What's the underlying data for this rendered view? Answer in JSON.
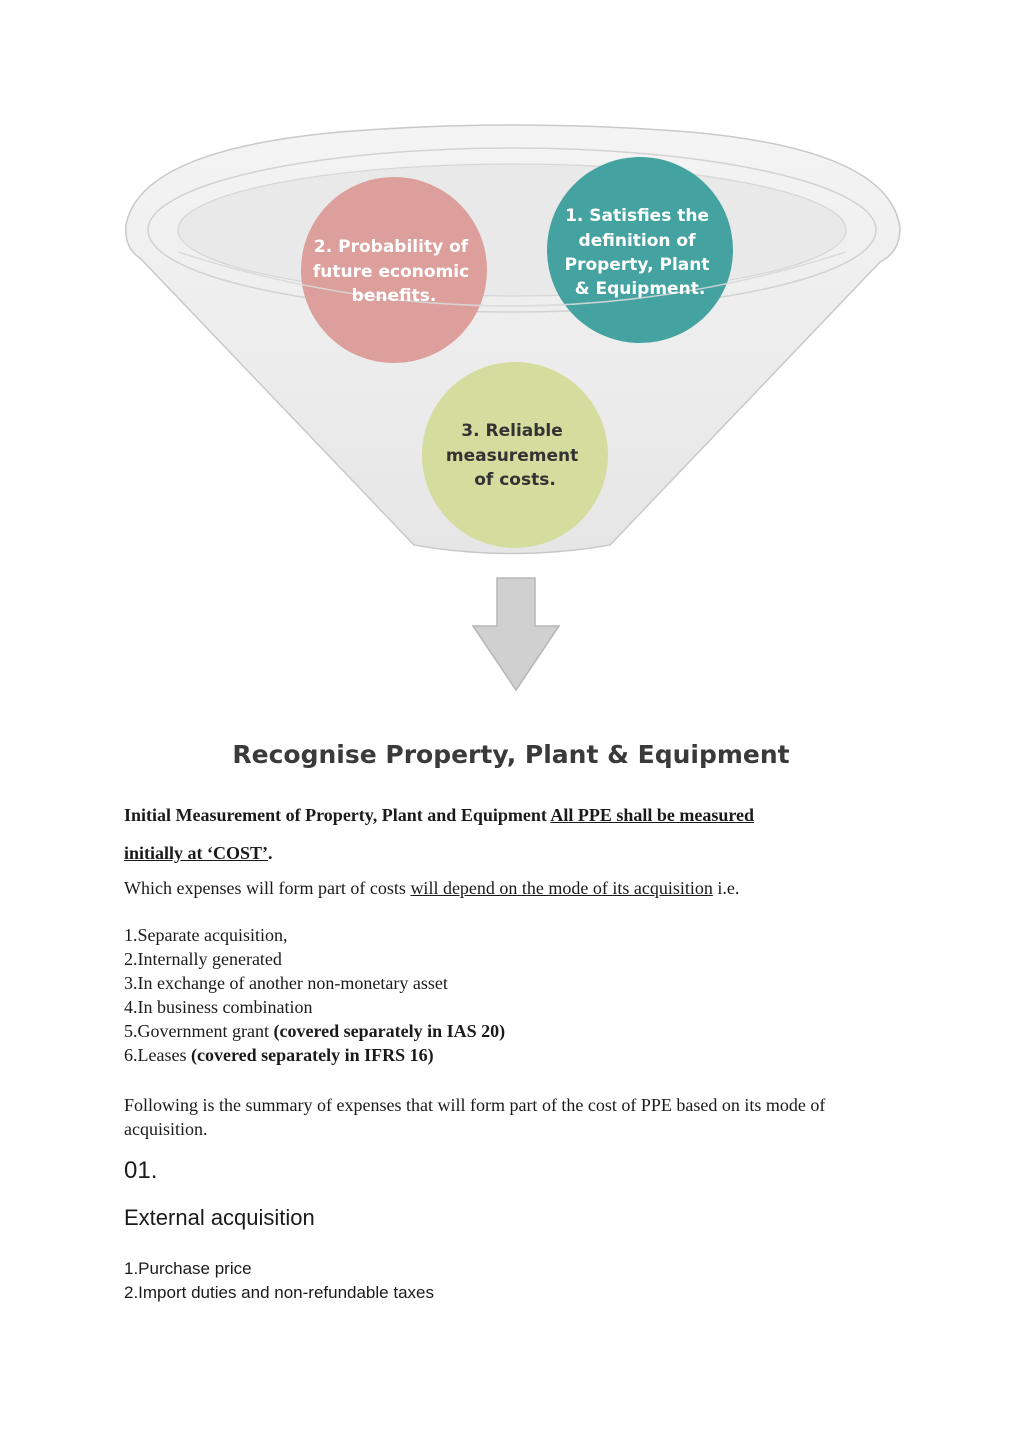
{
  "diagram": {
    "criteria": [
      {
        "line1": "1. Satisfies the",
        "line2": "definition of",
        "line3": "Property, Plant",
        "line4": "& Equipment.",
        "color": "#44a3a1"
      },
      {
        "line1": "2. Probability of",
        "line2": "future economic",
        "line3": "benefits.",
        "color": "#dc9f9c"
      },
      {
        "line1": "3. Reliable",
        "line2": "measurement",
        "line3": "of costs.",
        "color": "#d4dd9d"
      }
    ],
    "result": "Recognise Property, Plant & Equipment"
  },
  "intro": {
    "heading_bold": "Initial Measurement of Property, Plant and Equipment",
    "heading_underlined_1": "All PPE shall be measured",
    "heading_underlined_2": "initially at ‘COST’",
    "heading_end": "."
  },
  "mode_sentence": {
    "before": "Which expenses will form part of costs ",
    "underlined": "will depend on the mode of its acquisition",
    "after": " i.e."
  },
  "modes": [
    {
      "text": "1.Separate acquisition,",
      "bold": ""
    },
    {
      "text": "2.Internally generated",
      "bold": ""
    },
    {
      "text": "3.In exchange of another non-monetary asset",
      "bold": ""
    },
    {
      "text": "4.In business combination",
      "bold": ""
    },
    {
      "text": "5.Government grant ",
      "bold": "(covered separately in IAS 20)"
    },
    {
      "text": "6.Leases ",
      "bold": "(covered separately in IFRS 16)"
    }
  ],
  "summary": "Following is the summary of expenses that will form part of the cost of PPE based on its mode of acquisition.",
  "section": {
    "number": "01.",
    "title": "External acquisition",
    "items": [
      "1.Purchase price",
      "2.Import duties and non-refundable taxes"
    ]
  }
}
